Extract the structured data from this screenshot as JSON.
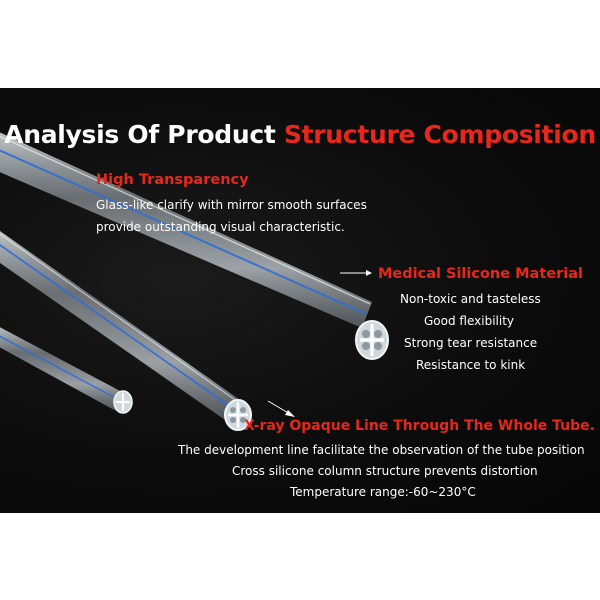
{
  "title": {
    "part1": "Analysis Of Product",
    "part2": "Structure Composition"
  },
  "transparency": {
    "heading": "High Transparency",
    "lines": [
      "Glass-like clarify with mirror smooth surfaces",
      "provide outstanding visual characteristic."
    ]
  },
  "material": {
    "heading": "Medical Silicone Material",
    "features": [
      "Non-toxic and tasteless",
      "Good flexibility",
      "Strong tear resistance",
      "Resistance to kink"
    ]
  },
  "xray": {
    "heading": "X-ray Opaque Line Through The Whole Tube.",
    "lines": [
      "The development line facilitate the observation of the tube position",
      "Cross silicone column structure prevents distortion",
      "Temperature range:-60~230°C"
    ]
  },
  "colors": {
    "accent": "#e8271c",
    "background": "#0c0c0c",
    "text": "#ffffff",
    "stripe": "#2f6fd6"
  }
}
